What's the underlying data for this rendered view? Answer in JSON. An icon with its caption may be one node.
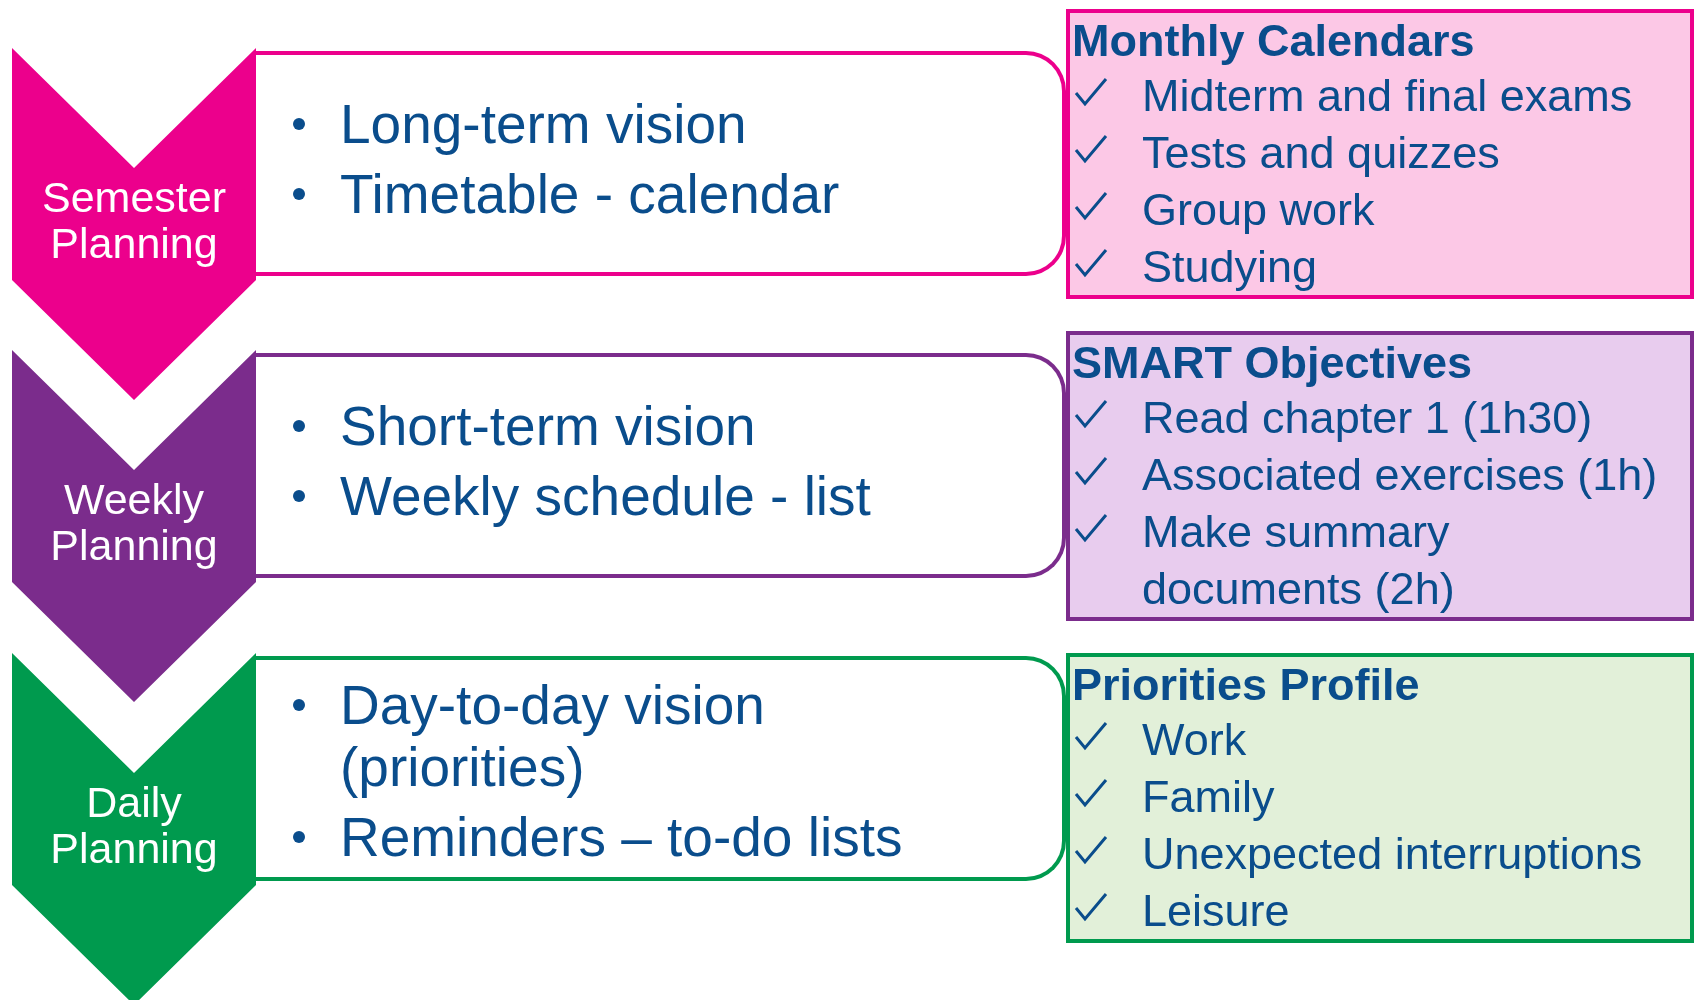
{
  "diagram": {
    "nodes": [
      {
        "text": [
          "Semester Planning"
        ]
      },
      {
        "text": [
          "Long-term vision",
          "Timetable - calendar"
        ]
      },
      {
        "text": [
          "Monthly Calendars",
          "Midterm and final exams",
          "Tests and quizzes",
          "Group work",
          "Studying"
        ]
      },
      {
        "text": [
          "Weekly Planning"
        ]
      },
      {
        "text": [
          "Short-term vision",
          "Weekly schedule - list"
        ]
      },
      {
        "text": [
          "SMART Objectives",
          "Read chapter 1 (1h30)",
          "Associated exercises (1h)",
          "Make summary documents (2h)"
        ]
      },
      {
        "text": [
          "Daily Planning"
        ]
      },
      {
        "text": [
          "Day-to-day vision (priorities)",
          "Reminders – to-do lists"
        ]
      },
      {
        "text": [
          "Priorities Profile",
          "Work",
          "Family",
          "Unexpected interruptions",
          "Leisure"
        ]
      }
    ]
  }
}
